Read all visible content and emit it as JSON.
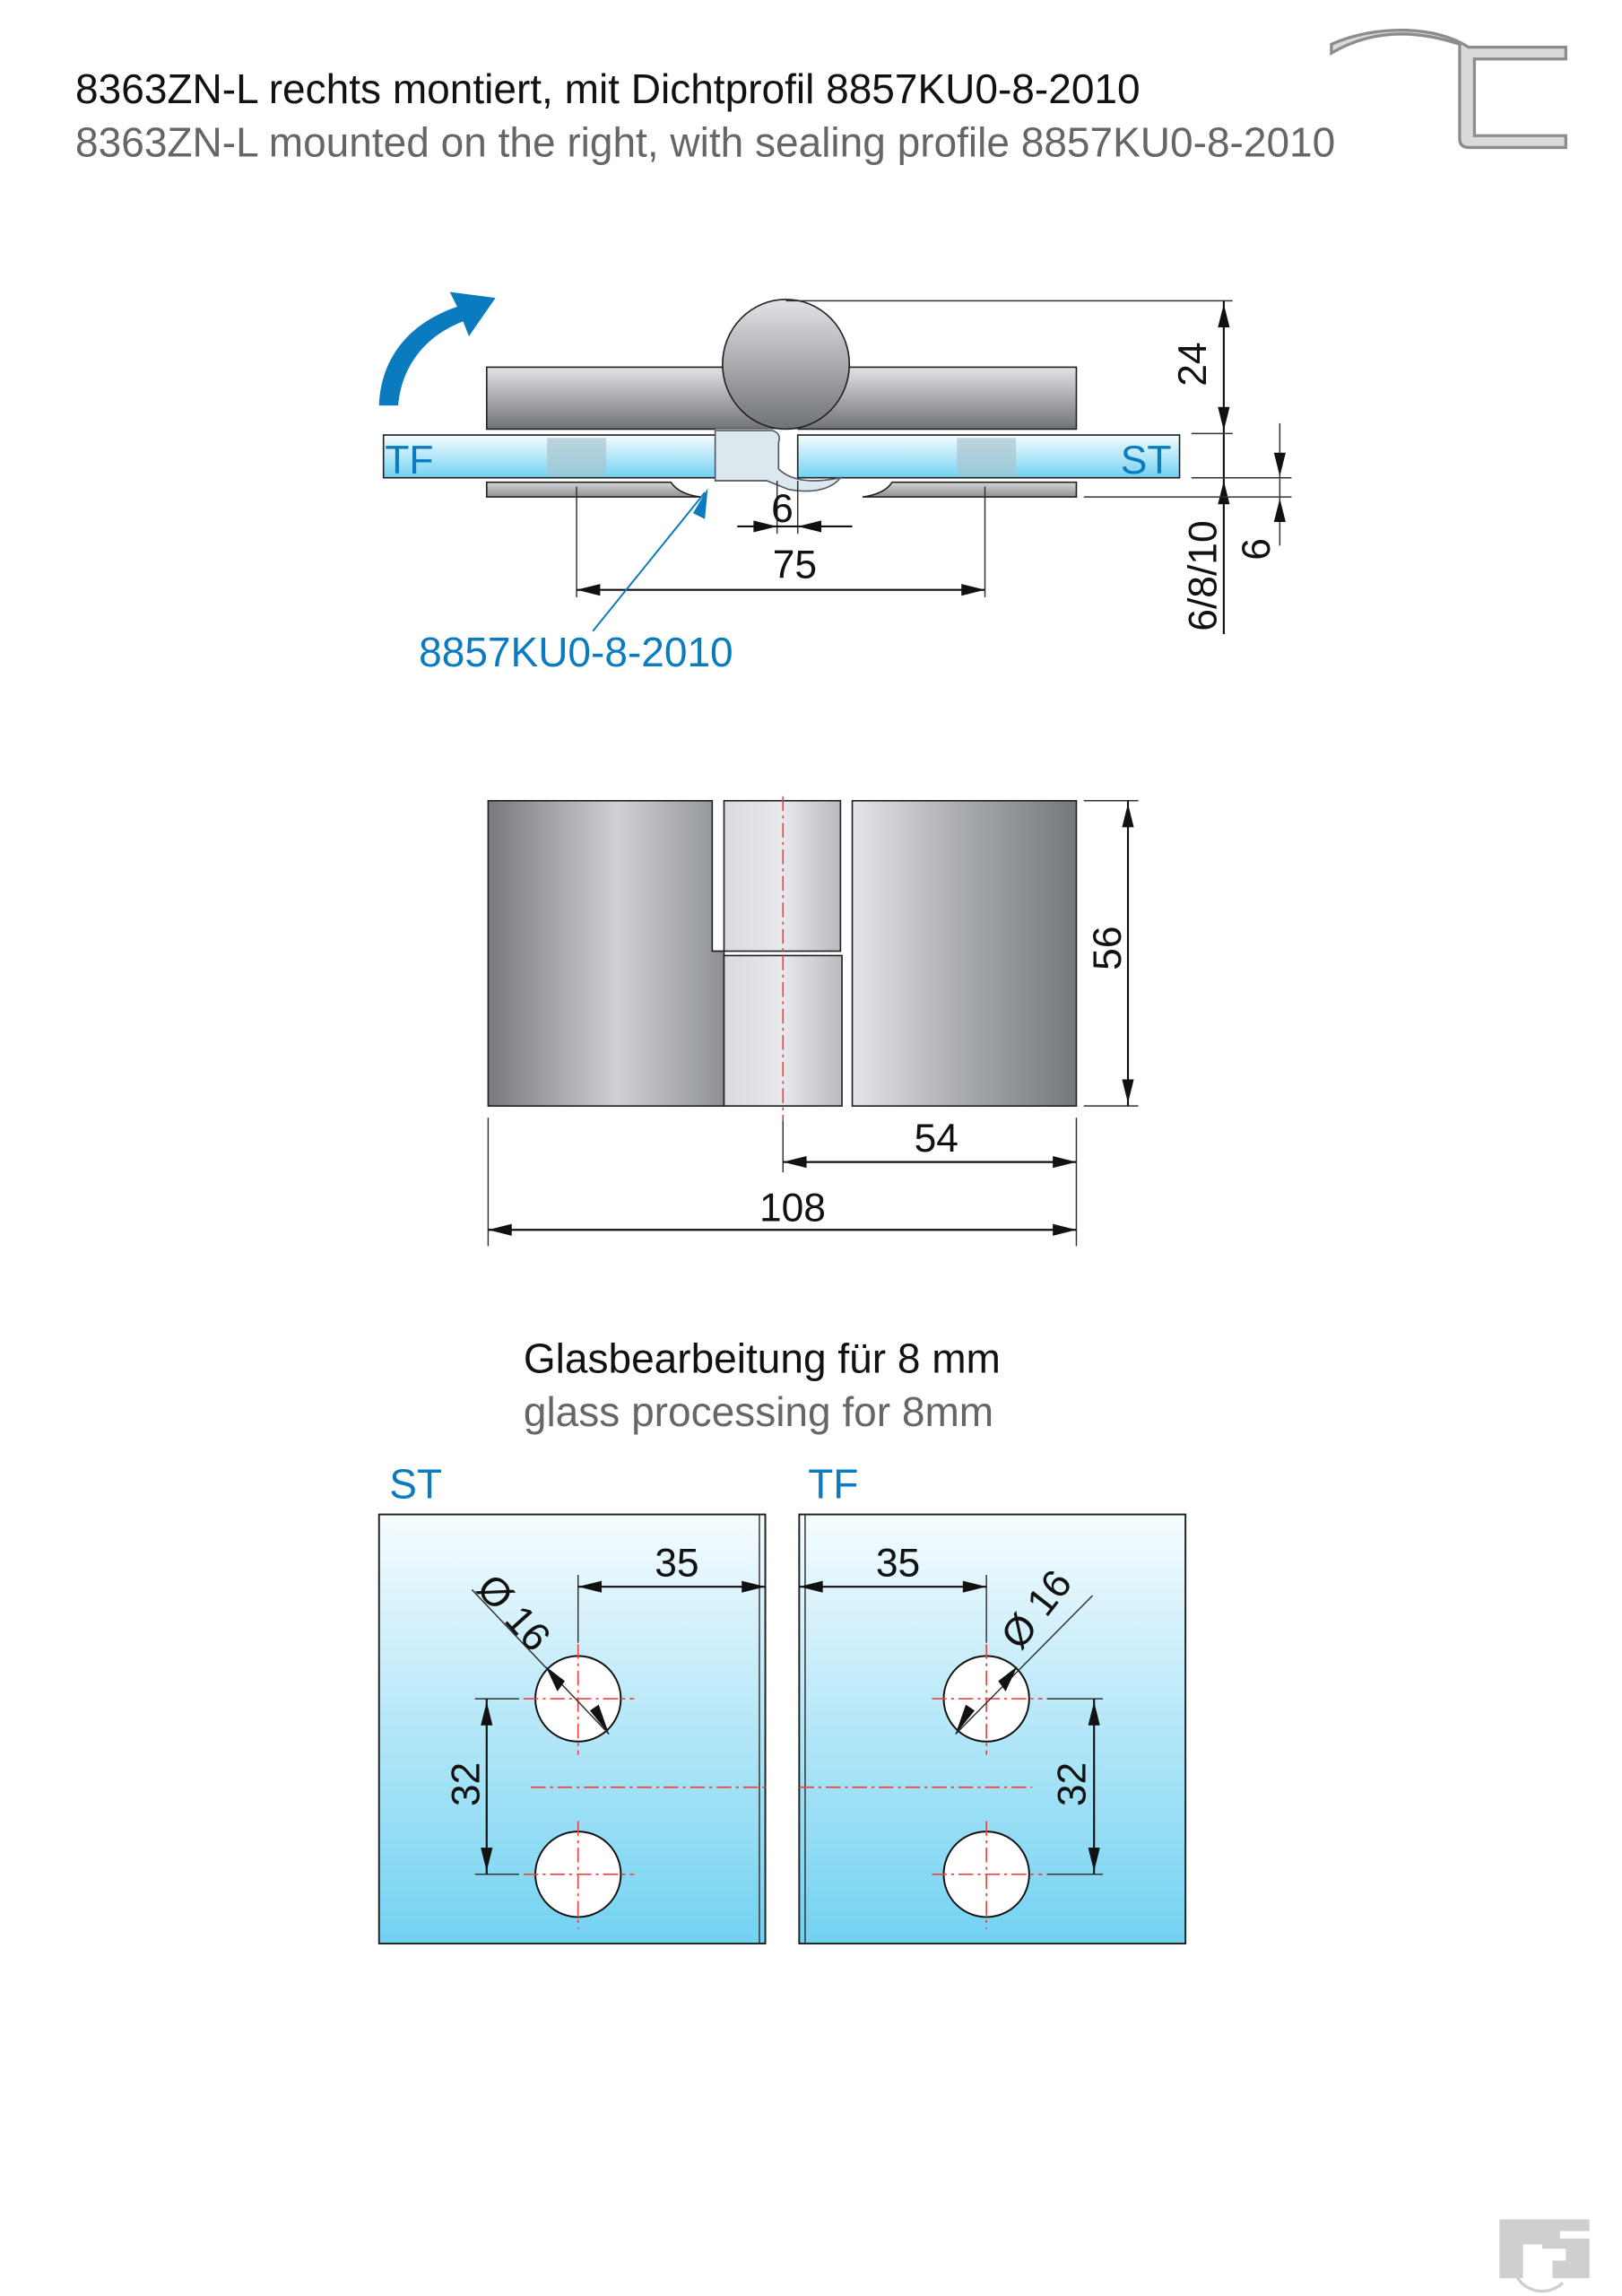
{
  "header": {
    "title_de": "8363ZN-L rechts montiert, mit Dichtprofil 8857KU0-8-2010",
    "title_en": "8363ZN-L mounted on the right, with sealing profile 8857KU0-8-2010"
  },
  "top_view": {
    "label_left": "TF",
    "label_right": "ST",
    "profile_label": "8857KU0-8-2010",
    "dim_height": "24",
    "dim_glass": "6/8/10",
    "dim_offset": "6",
    "dim_gap": "6",
    "dim_holes": "75"
  },
  "side_view": {
    "dim_height": "56",
    "dim_half": "54",
    "dim_width": "108"
  },
  "glass_processing": {
    "title_de": "Glasbearbeitung für 8 mm",
    "title_en": "glass processing for 8mm",
    "panels": [
      {
        "label": "ST",
        "dim_edge": "35",
        "dim_diameter": "Ø 16",
        "dim_spacing": "32"
      },
      {
        "label": "TF",
        "dim_edge": "35",
        "dim_diameter": "Ø 16",
        "dim_spacing": "32"
      }
    ]
  },
  "colors": {
    "accent": "#0a7bbf",
    "glass_top": "#f4fbfe",
    "glass_bottom": "#6cd0f0",
    "metal": "#a9acb2"
  }
}
